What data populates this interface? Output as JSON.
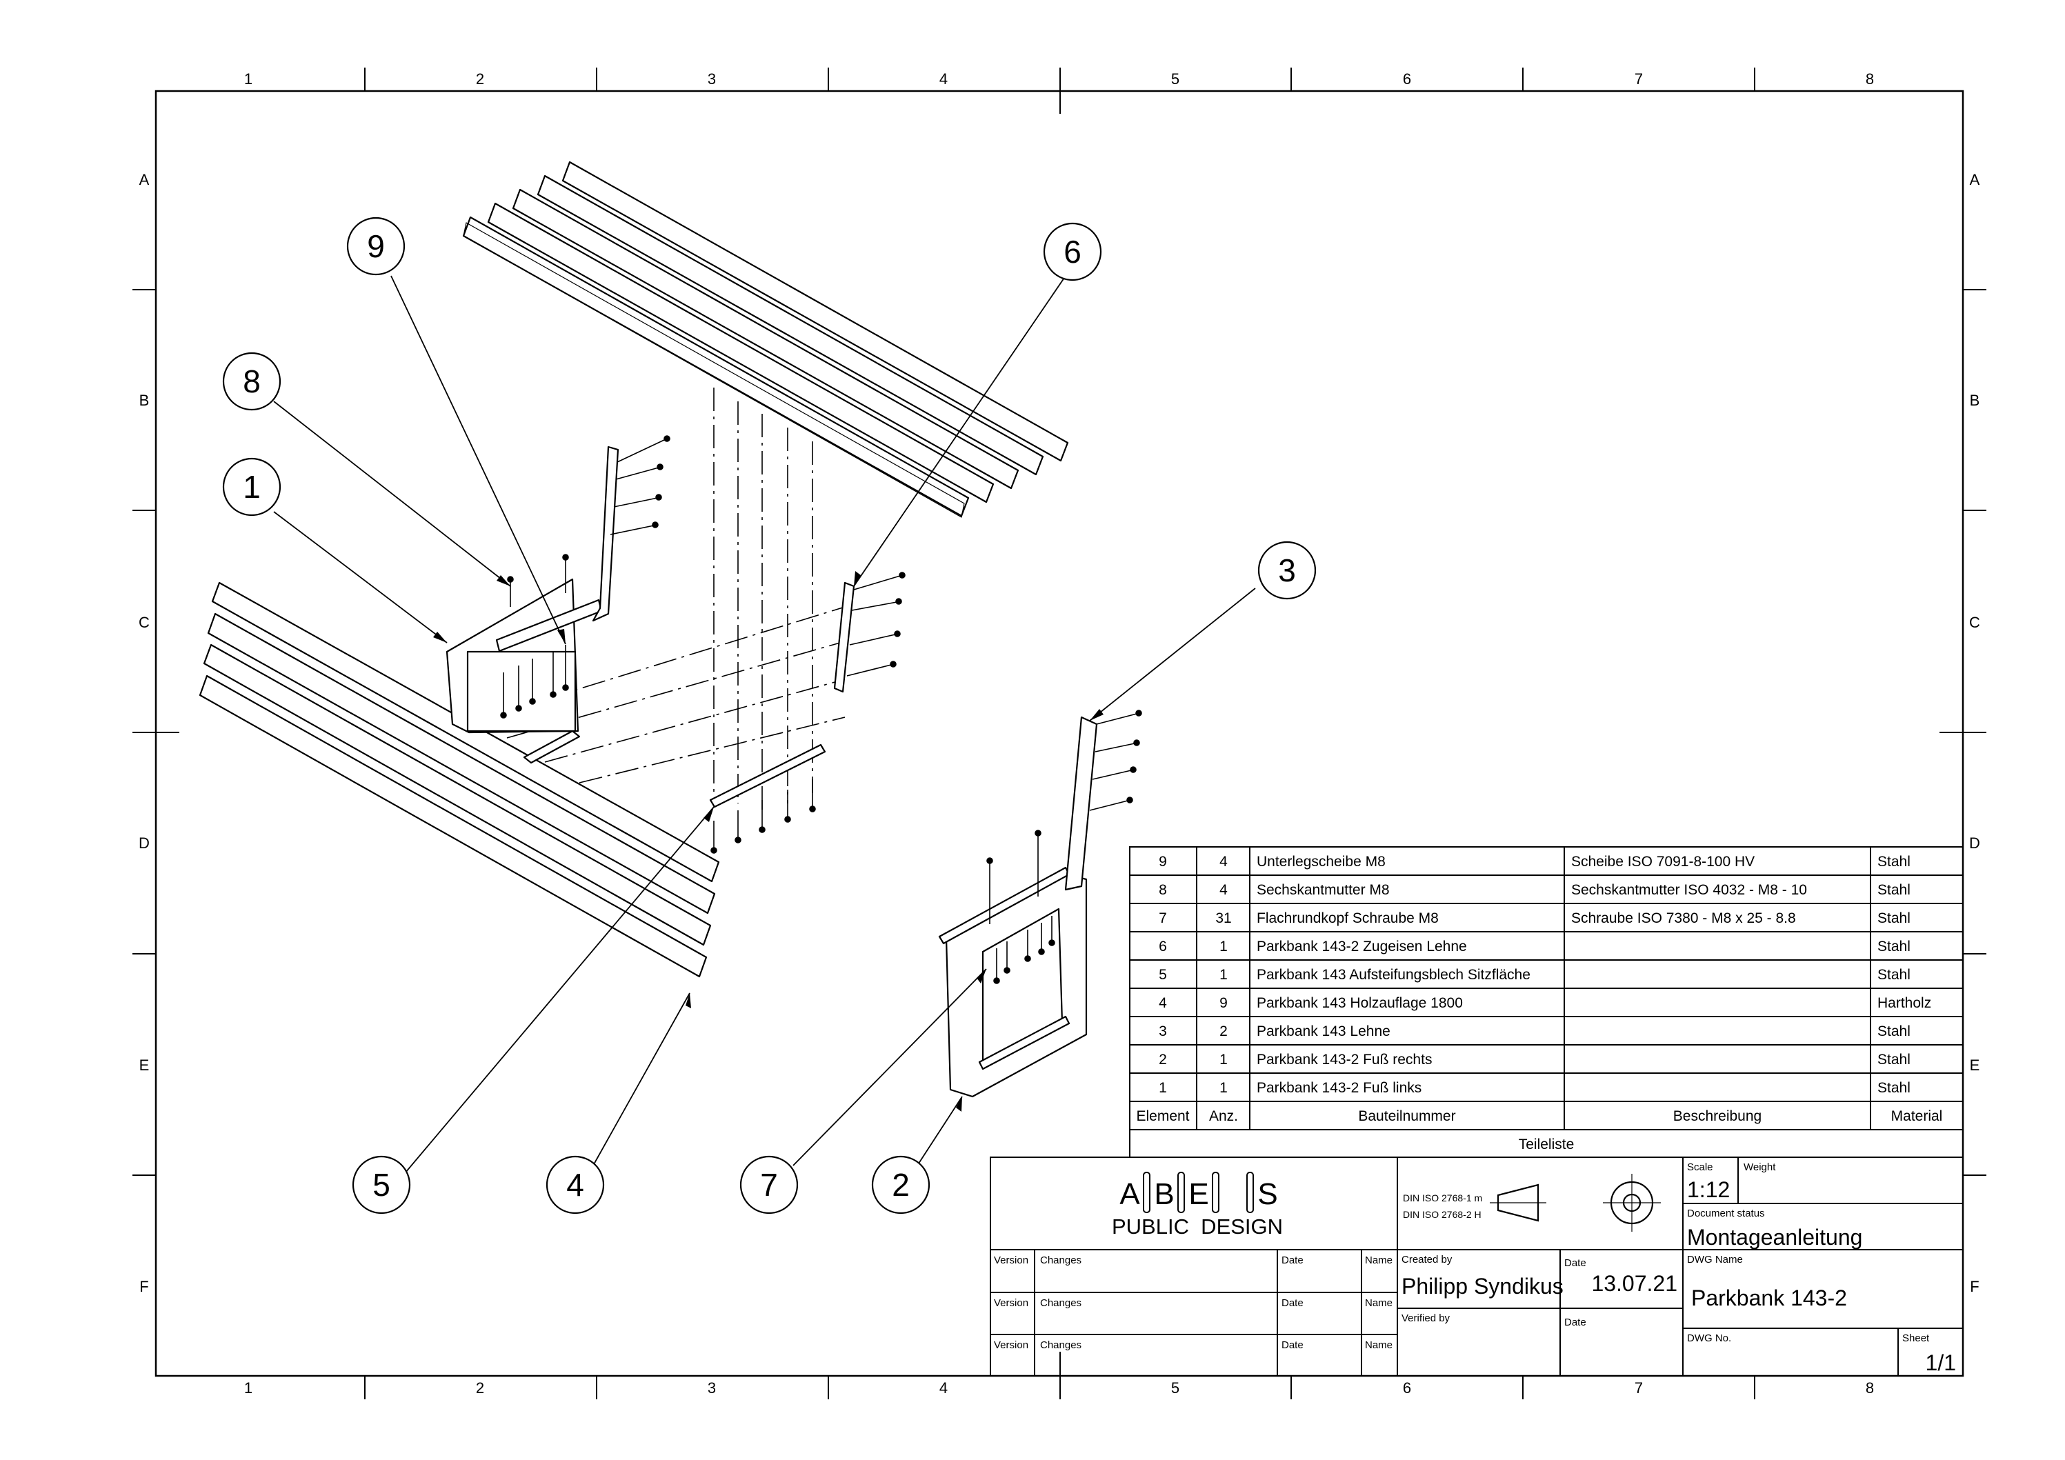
{
  "zones": {
    "columns": [
      "1",
      "2",
      "3",
      "4",
      "5",
      "6",
      "7",
      "8"
    ],
    "rows": [
      "A",
      "B",
      "C",
      "D",
      "E",
      "F"
    ]
  },
  "balloons": [
    "9",
    "6",
    "8",
    "1",
    "3",
    "5",
    "4",
    "7",
    "2"
  ],
  "parts_list": {
    "title": "Teileliste",
    "headers": [
      "Element",
      "Anz.",
      "Bauteilnummer",
      "Beschreibung",
      "Material"
    ],
    "rows": [
      [
        "9",
        "4",
        "Unterlegscheibe M8",
        "Scheibe ISO 7091-8-100 HV",
        "Stahl"
      ],
      [
        "8",
        "4",
        "Sechskantmutter M8",
        "Sechskantmutter ISO 4032 - M8 - 10",
        "Stahl"
      ],
      [
        "7",
        "31",
        "Flachrundkopf Schraube M8",
        "Schraube ISO 7380 - M8 x 25 - 8.8",
        "Stahl"
      ],
      [
        "6",
        "1",
        "Parkbank 143-2 Zugeisen Lehne",
        "",
        "Stahl"
      ],
      [
        "5",
        "1",
        "Parkbank 143 Aufsteifungsblech Sitzfläche",
        "",
        "Stahl"
      ],
      [
        "4",
        "9",
        "Parkbank 143 Holzauflage 1800",
        "",
        "Hartholz"
      ],
      [
        "3",
        "2",
        "Parkbank 143 Lehne",
        "",
        "Stahl"
      ],
      [
        "2",
        "1",
        "Parkbank 143-2 Fuß rechts",
        "",
        "Stahl"
      ],
      [
        "1",
        "1",
        "Parkbank 143-2 Fuß links",
        "",
        "Stahl"
      ]
    ]
  },
  "title_block": {
    "logo_letters": [
      "A",
      "B",
      "E",
      "S"
    ],
    "logo_sub": "PUBLIC  DESIGN",
    "revision_labels": {
      "version": "Version",
      "changes": "Changes",
      "date": "Date",
      "name": "Name"
    },
    "standards": [
      "DIN ISO 2768-1 m",
      "DIN ISO 2768-2 H"
    ],
    "scale_label": "Scale",
    "scale_value": "1:12",
    "weight_label": "Weight",
    "doc_status_label": "Document status",
    "doc_status_value": "Montageanleitung",
    "created_by_label": "Created by",
    "created_by_value": "Philipp Syndikus",
    "date_label": "Date",
    "date_value": "13.07.21",
    "verified_by_label": "Verified by",
    "verified_date_label": "Date",
    "dwg_name_label": "DWG Name",
    "dwg_name_value": "Parkbank 143-2",
    "dwg_no_label": "DWG No.",
    "sheet_label": "Sheet",
    "sheet_value": "1/1"
  }
}
